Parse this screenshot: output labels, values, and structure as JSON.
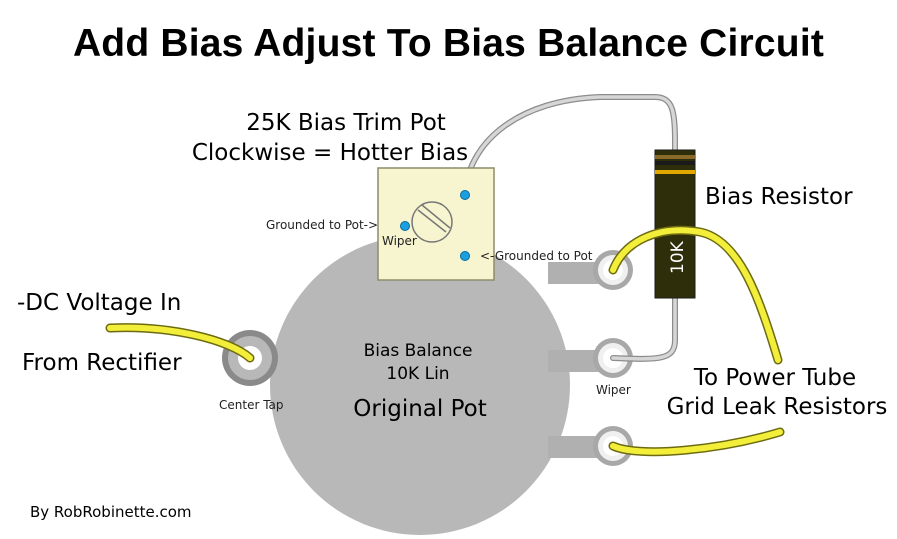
{
  "title": "Add Bias Adjust To Bias Balance Circuit",
  "trim_pot": {
    "label_line1": "25K Bias Trim Pot",
    "label_line2": "Clockwise = Hotter Bias",
    "left_lug_label": "Grounded to Pot->",
    "wiper_label": "Wiper",
    "right_lug_label": "<-Grounded to Pot"
  },
  "resistor": {
    "label": "Bias Resistor",
    "value_text": "10K",
    "body_color": "#2e2f0a",
    "band_colors": [
      "#8a6a2a",
      "#1a1a1a",
      "#e0a800"
    ]
  },
  "main_pot": {
    "line1": "Bias Balance",
    "line2": "10K Lin",
    "line3": "Original Pot",
    "center_tap_label": "Center Tap",
    "wiper_label": "Wiper"
  },
  "input": {
    "line1": "-DC Voltage In",
    "line2": "From Rectifier"
  },
  "output": {
    "line1": "To Power Tube",
    "line2": "Grid Leak Resistors"
  },
  "credit": "By RobRobinette.com",
  "colors": {
    "pot_body": "#b8b8b8",
    "lug": "#b0b0b0",
    "trim_pot": "#f7f5cf",
    "yellow_wire": "#f2ee3a",
    "gray_wire": "#c8c8c8",
    "terminal_dot": "#1aa0e0"
  }
}
